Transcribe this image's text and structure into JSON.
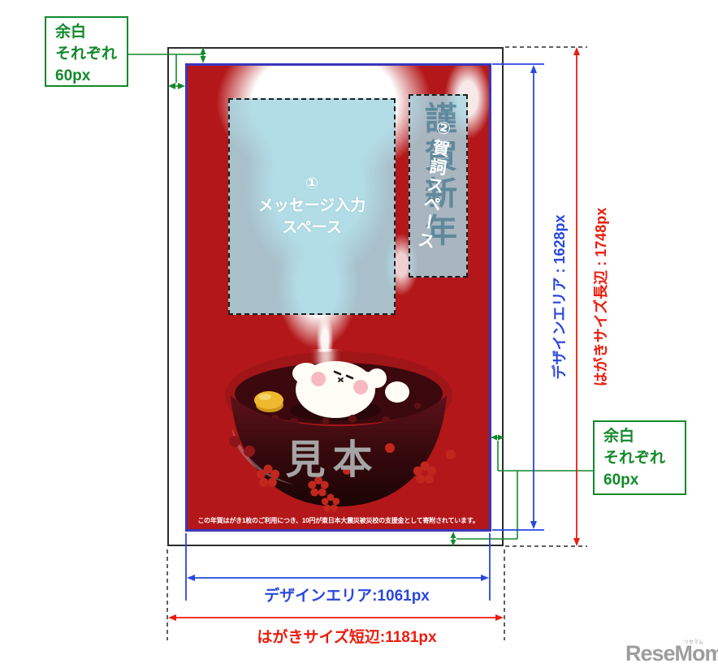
{
  "notes": {
    "margin_top_left": "余白\nそれぞれ\n60px",
    "margin_bottom_right": "余白\nそれぞれ\n60px"
  },
  "dimensions": {
    "design_height": "デザインエリア : 1628px",
    "postcard_long_edge": "はがきサイズ長辺 : 1748px",
    "design_width": "デザインエリア:1061px",
    "postcard_short_edge": "はがきサイズ短辺:1181px"
  },
  "postcard": {
    "message_space": "①\nメッセージ入力\nスペース",
    "greeting_space": "②賀詞スペース",
    "greeting_ghost_text": "謹賀新年",
    "sample_watermark": "見本",
    "charity_note": "この年賀はがき1枚のご利用につき、10円が東日本大震災被災校の支援金として寄附されています。"
  },
  "logo": {
    "name": "ReseMom.",
    "ruby": "リセマム"
  },
  "colors": {
    "design_background": "#b31719",
    "space_background": "#a7d8e4",
    "annotation_green": "#13892b",
    "dimension_blue": "#2947de",
    "dimension_red": "#ea1c0d",
    "design_border_blue": "#3a35b8",
    "postcard_border_black": "#2b2b2b",
    "watermark_gray": "#a5a5a5",
    "logo_gray": "#9d9d9d"
  }
}
